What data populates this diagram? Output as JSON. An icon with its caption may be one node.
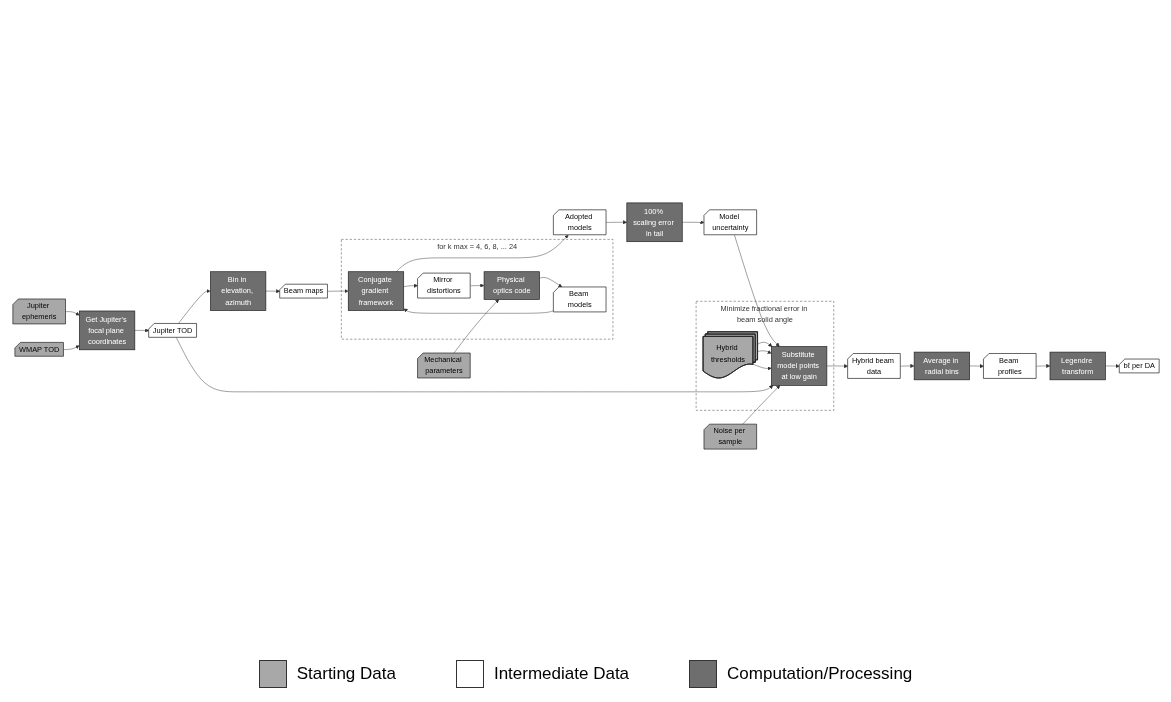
{
  "diagram": {
    "nodes": [
      {
        "text": [
          "Bin in elevation, azimuth"
        ]
      },
      {
        "text": [
          "Beam maps"
        ]
      },
      {
        "text": [
          "for k max = 4, 6, 8, ... 24"
        ]
      },
      {
        "text": [
          "Conjugate gradient framework"
        ],
        "in": 2
      },
      {
        "text": [
          "Adopted models"
        ]
      },
      {
        "text": [
          "100% scaling error in tail"
        ]
      },
      {
        "text": [
          "Model uncertainty"
        ]
      },
      {
        "text": [
          "Jupiter TOD"
        ]
      },
      {
        "text": [
          "Mirror distortions"
        ],
        "in": 2
      },
      {
        "text": [
          "Beam models"
        ],
        "in": 2
      },
      {
        "text": [
          "Minimize fractional error in beam solid angle"
        ]
      },
      {
        "text": [
          "Hybrid thresholds"
        ],
        "in": 10
      },
      {
        "text": [
          "Get Jupiter's focal plane coordinates"
        ]
      },
      {
        "text": [
          "Mechanical parameters"
        ]
      },
      {
        "text": [
          "Physical optics code"
        ],
        "in": 2
      },
      {
        "text": [
          "Substitute model points at low gain"
        ],
        "in": 10
      },
      {
        "text": [
          "Jupiter ephemeris"
        ]
      },
      {
        "text": [
          "Noise per sample"
        ]
      },
      {
        "text": [
          "WMAP TOD"
        ]
      },
      {
        "text": [
          "bℓ per DA"
        ]
      },
      {
        "text": [
          "Legendre transform"
        ]
      },
      {
        "text": [
          "Beam profiles"
        ]
      },
      {
        "text": [
          "Average in radial bins"
        ]
      },
      {
        "text": [
          "Hybrid beam data"
        ]
      }
    ],
    "edges": [
      {
        "from": 0,
        "to": 1,
        "arrow": "to"
      },
      {
        "from": 1,
        "to": 3,
        "arrow": "to"
      },
      {
        "from": 3,
        "to": 4,
        "arrow": "to"
      },
      {
        "from": 4,
        "to": 5,
        "arrow": "to"
      },
      {
        "from": 5,
        "to": 6,
        "arrow": "to"
      },
      {
        "from": 3,
        "to": 8,
        "arrow": "to"
      },
      {
        "from": 8,
        "to": 14,
        "arrow": "to"
      },
      {
        "from": 14,
        "to": 9,
        "arrow": "to"
      },
      {
        "from": 9,
        "to": 3,
        "arrow": "to"
      },
      {
        "from": 13,
        "to": 14,
        "arrow": "to"
      },
      {
        "from": 7,
        "to": 0,
        "arrow": "to"
      },
      {
        "from": 12,
        "to": 7,
        "arrow": "to"
      },
      {
        "from": 16,
        "to": 12,
        "arrow": "to"
      },
      {
        "from": 18,
        "to": 12,
        "arrow": "to"
      },
      {
        "from": 7,
        "to": 15,
        "arrow": "to"
      },
      {
        "from": 6,
        "to": 15,
        "arrow": "to"
      },
      {
        "from": 17,
        "to": 15,
        "arrow": "to"
      },
      {
        "from": 11,
        "to": 15,
        "arrow": "to"
      },
      {
        "from": 11,
        "to": 15,
        "arrow": "to"
      },
      {
        "from": 11,
        "to": 15,
        "arrow": "to"
      },
      {
        "from": 15,
        "to": 23,
        "arrow": "to"
      },
      {
        "from": 23,
        "to": 22,
        "arrow": "to"
      },
      {
        "from": 22,
        "to": 21,
        "arrow": "to"
      },
      {
        "from": 21,
        "to": 20,
        "arrow": "to"
      },
      {
        "from": 20,
        "to": 19,
        "arrow": "to"
      }
    ],
    "legend": [
      {
        "text": "Starting Data",
        "color": "#a8a8a8"
      },
      {
        "text": "Intermediate Data",
        "color": "#ffffff"
      },
      {
        "text": "Computation/Processing",
        "color": "#6e6e6e"
      }
    ]
  }
}
